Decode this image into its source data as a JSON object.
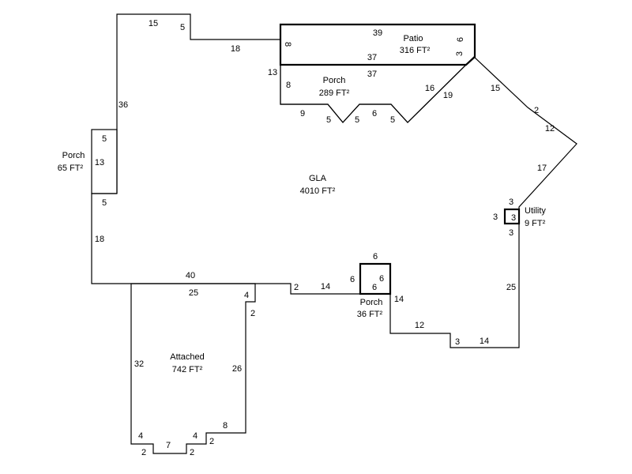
{
  "areas": {
    "gla": {
      "name": "GLA",
      "size": "4010 FT²"
    },
    "patio": {
      "name": "Patio",
      "size": "316 FT²"
    },
    "porch_top": {
      "name": "Porch",
      "size": "289 FT²"
    },
    "porch_left": {
      "name": "Porch",
      "size": "65 FT²"
    },
    "porch_small": {
      "name": "Porch",
      "size": "36 FT²"
    },
    "utility": {
      "name": "Utility",
      "size": "9 FT²"
    },
    "attached": {
      "name": "Attached",
      "size": "742 FT²"
    }
  },
  "dims": {
    "gla": [
      "15",
      "5",
      "18",
      "13",
      "36",
      "5",
      "18",
      "40",
      "2",
      "14",
      "14",
      "12",
      "3",
      "14",
      "25",
      "17",
      "12",
      "2",
      "15",
      "19"
    ],
    "patio": [
      "39",
      "37",
      "8",
      "6",
      "3"
    ],
    "porch_top": [
      "37",
      "8",
      "9",
      "5",
      "5",
      "6",
      "5",
      "16"
    ],
    "porch_left": [
      "5",
      "13",
      "5"
    ],
    "porch_small": [
      "6",
      "6",
      "6",
      "6"
    ],
    "utility": [
      "3",
      "3",
      "3",
      "3"
    ],
    "attached": [
      "25",
      "4",
      "2",
      "26",
      "8",
      "2",
      "4",
      "2",
      "7",
      "2",
      "4",
      "32"
    ]
  }
}
